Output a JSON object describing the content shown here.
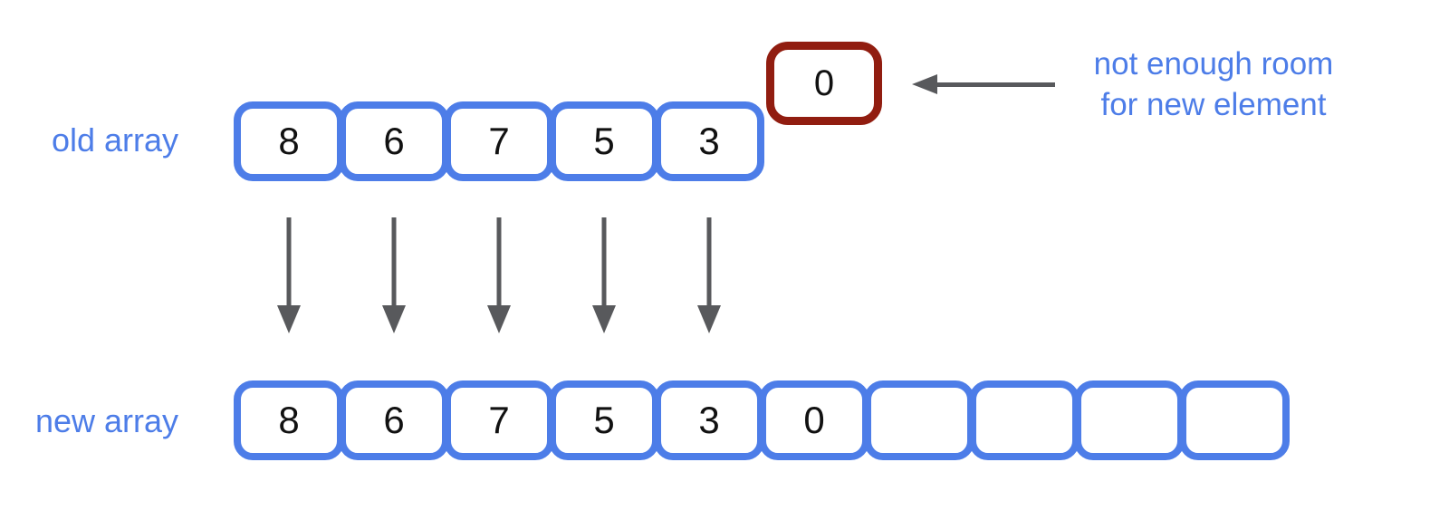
{
  "colors": {
    "array_blue": "#4d7de8",
    "label_blue": "#4d7de8",
    "overflow_red": "#911d10",
    "arrow_gray": "#58595c",
    "cell_text": "#111111"
  },
  "old_array": {
    "label": "old array",
    "cells": [
      "8",
      "6",
      "7",
      "5",
      "3"
    ]
  },
  "overflow_cell": {
    "value": "0"
  },
  "annotation": {
    "line1": "not enough room",
    "line2": "for new element"
  },
  "new_array": {
    "label": "new array",
    "cells": [
      "8",
      "6",
      "7",
      "5",
      "3",
      "0",
      "",
      "",
      "",
      ""
    ]
  }
}
